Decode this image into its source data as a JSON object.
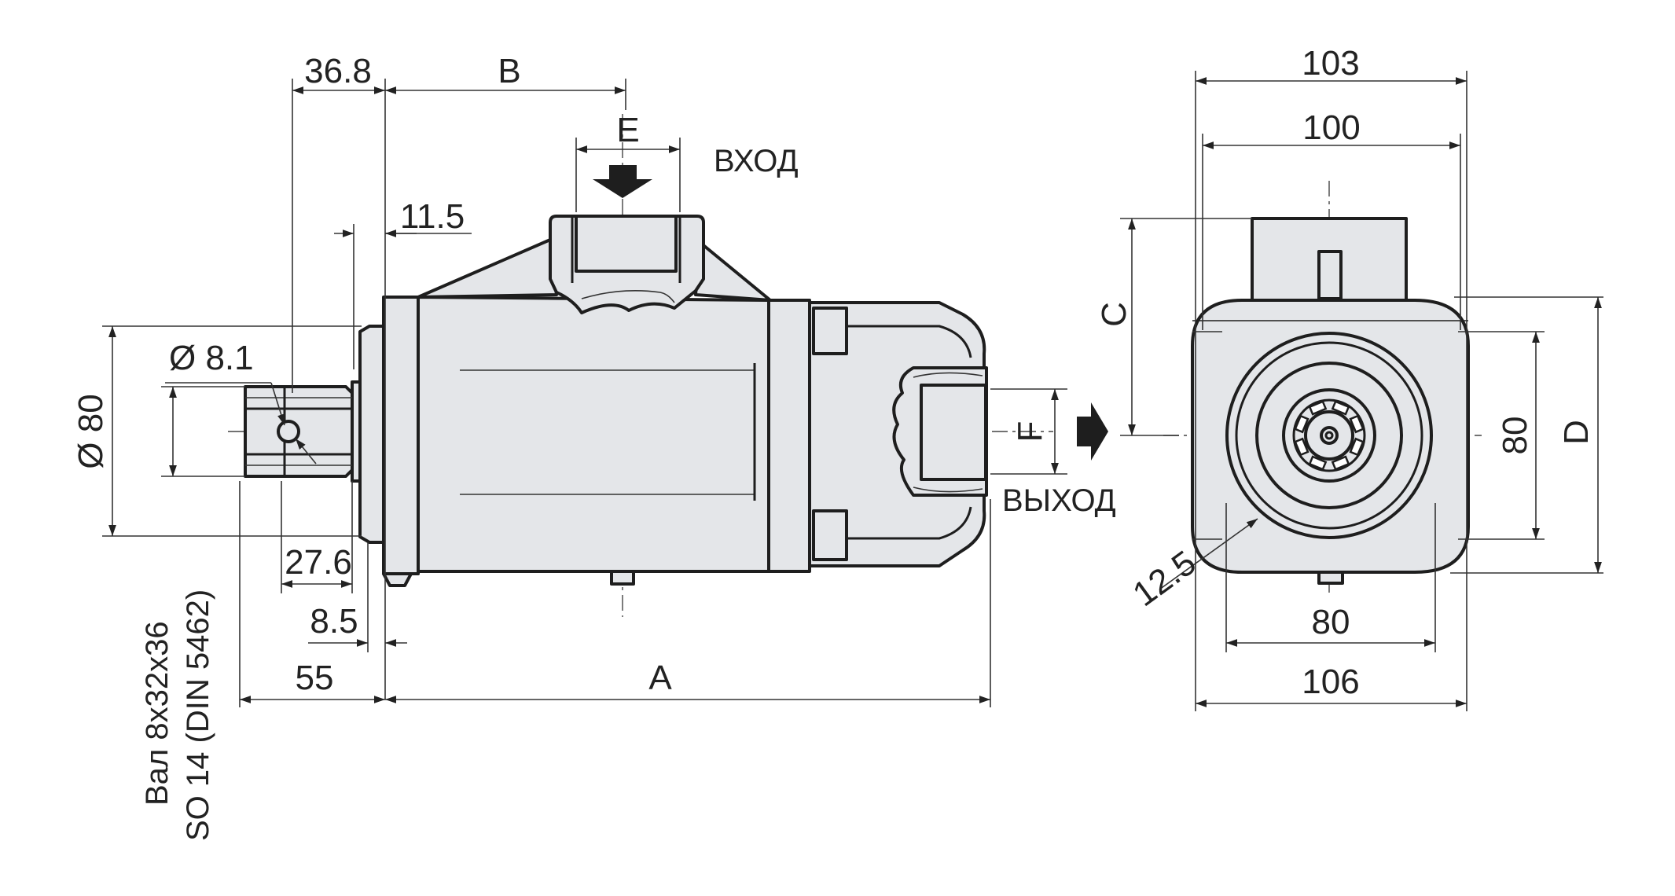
{
  "dimensions": {
    "d_36_8": "36.8",
    "d_B": "B",
    "d_E": "E",
    "d_11_5": "11.5",
    "d_dia_8_1": "Ø 8.1",
    "d_dia_80": "Ø 80",
    "d_27_6": "27.6",
    "d_8_5": "8.5",
    "d_55": "55",
    "d_A": "A",
    "d_F": "F",
    "d_103": "103",
    "d_100": "100",
    "d_C": "C",
    "d_D": "D",
    "d_80_vertical": "80",
    "d_80_horizontal": "80",
    "d_106": "106",
    "d_12_5": "12.5"
  },
  "labels": {
    "inlet": "ВХОД",
    "outlet": "ВЫХОД",
    "shaft_line1": "Вал  8x32x36",
    "shaft_line2": "SO 14 (DIN 5462)"
  }
}
